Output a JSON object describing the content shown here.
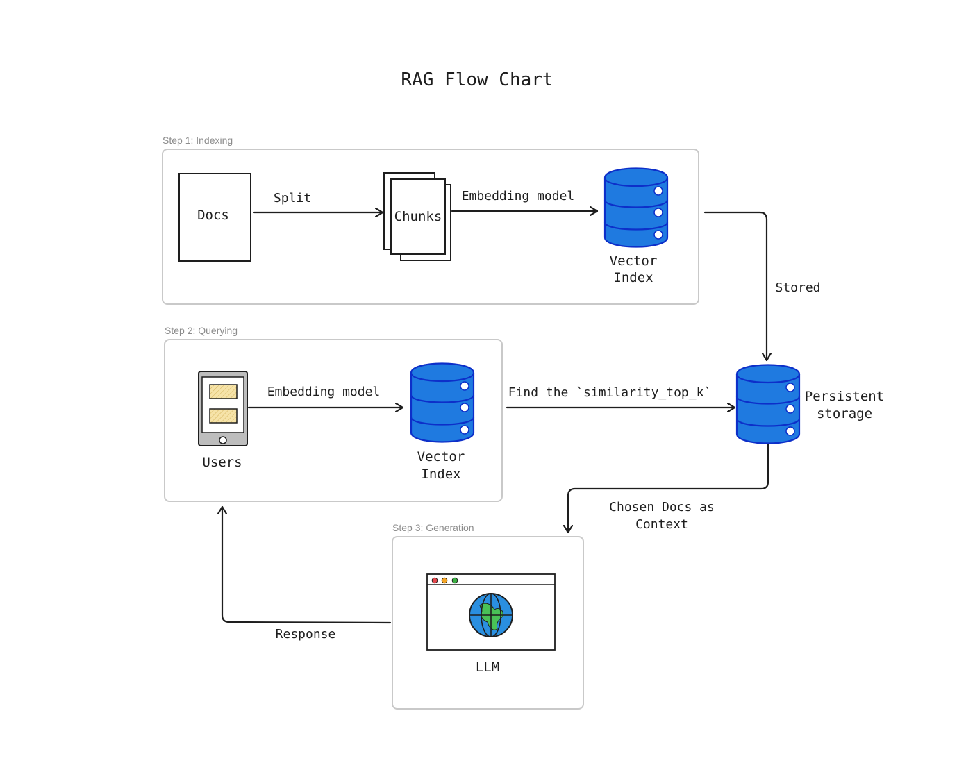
{
  "title": "RAG Flow Chart",
  "groups": {
    "indexing": "Step 1: Indexing",
    "querying": "Step 2: Querying",
    "generation": "Step 3: Generation"
  },
  "nodes": {
    "docs": "Docs",
    "chunks": "Chunks",
    "vector_index_1": [
      "Vector",
      "Index"
    ],
    "users": "Users",
    "vector_index_2": [
      "Vector",
      "Index"
    ],
    "persistent_storage": [
      "Persistent",
      "storage"
    ],
    "llm": "LLM"
  },
  "edges": {
    "split": "Split",
    "embedding_model_1": "Embedding model",
    "stored": "Stored",
    "embedding_model_2": "Embedding model",
    "find": "Find the `similarity_top_k`",
    "chosen_docs": [
      "Chosen Docs as",
      "Context"
    ],
    "response": "Response"
  },
  "colors": {
    "database_fill": "#1f7ae0",
    "database_stroke": "#0d2fc9",
    "frame_stroke": "#c9c9c9",
    "ink": "#1e1e1e"
  }
}
